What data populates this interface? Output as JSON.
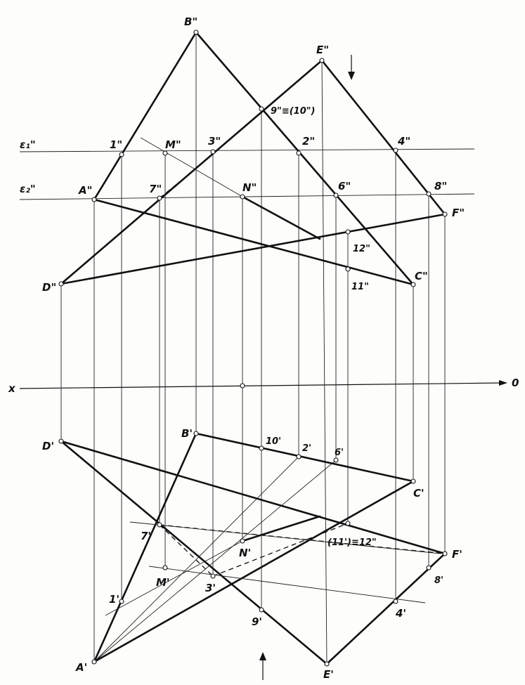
{
  "labels": {
    "B2": "B\"",
    "E2": "E\"",
    "A2": "A\"",
    "D2": "D\"",
    "C2": "C\"",
    "F2": "F\"",
    "M2": "M\"",
    "N2": "N\"",
    "p1_2": "1\"",
    "p2_2": "2\"",
    "p3_2": "3\"",
    "p4_2": "4\"",
    "p6_2": "6\"",
    "p7_2": "7\"",
    "p8_2": "8\"",
    "p9_10_2": "9\"≡(10\")",
    "p11_2": "11\"",
    "p12_2": "12\"",
    "eps1": "ε₁\"",
    "eps2": "ε₂\"",
    "x": "x",
    "o": "0",
    "B1": "B'",
    "D1": "D'",
    "C1": "C'",
    "F1": "F'",
    "A1": "A'",
    "E1": "E'",
    "M1": "M'",
    "N1": "N'",
    "p10_1": "10'",
    "p2_1": "2'",
    "p6_1": "6'",
    "p7_1": "7'",
    "p11_12": "(11')≡12\"",
    "p8_1": "8'",
    "p1_1": "1'",
    "p3_1": "3'",
    "p9_1": "9'",
    "p4_1": "4'"
  }
}
